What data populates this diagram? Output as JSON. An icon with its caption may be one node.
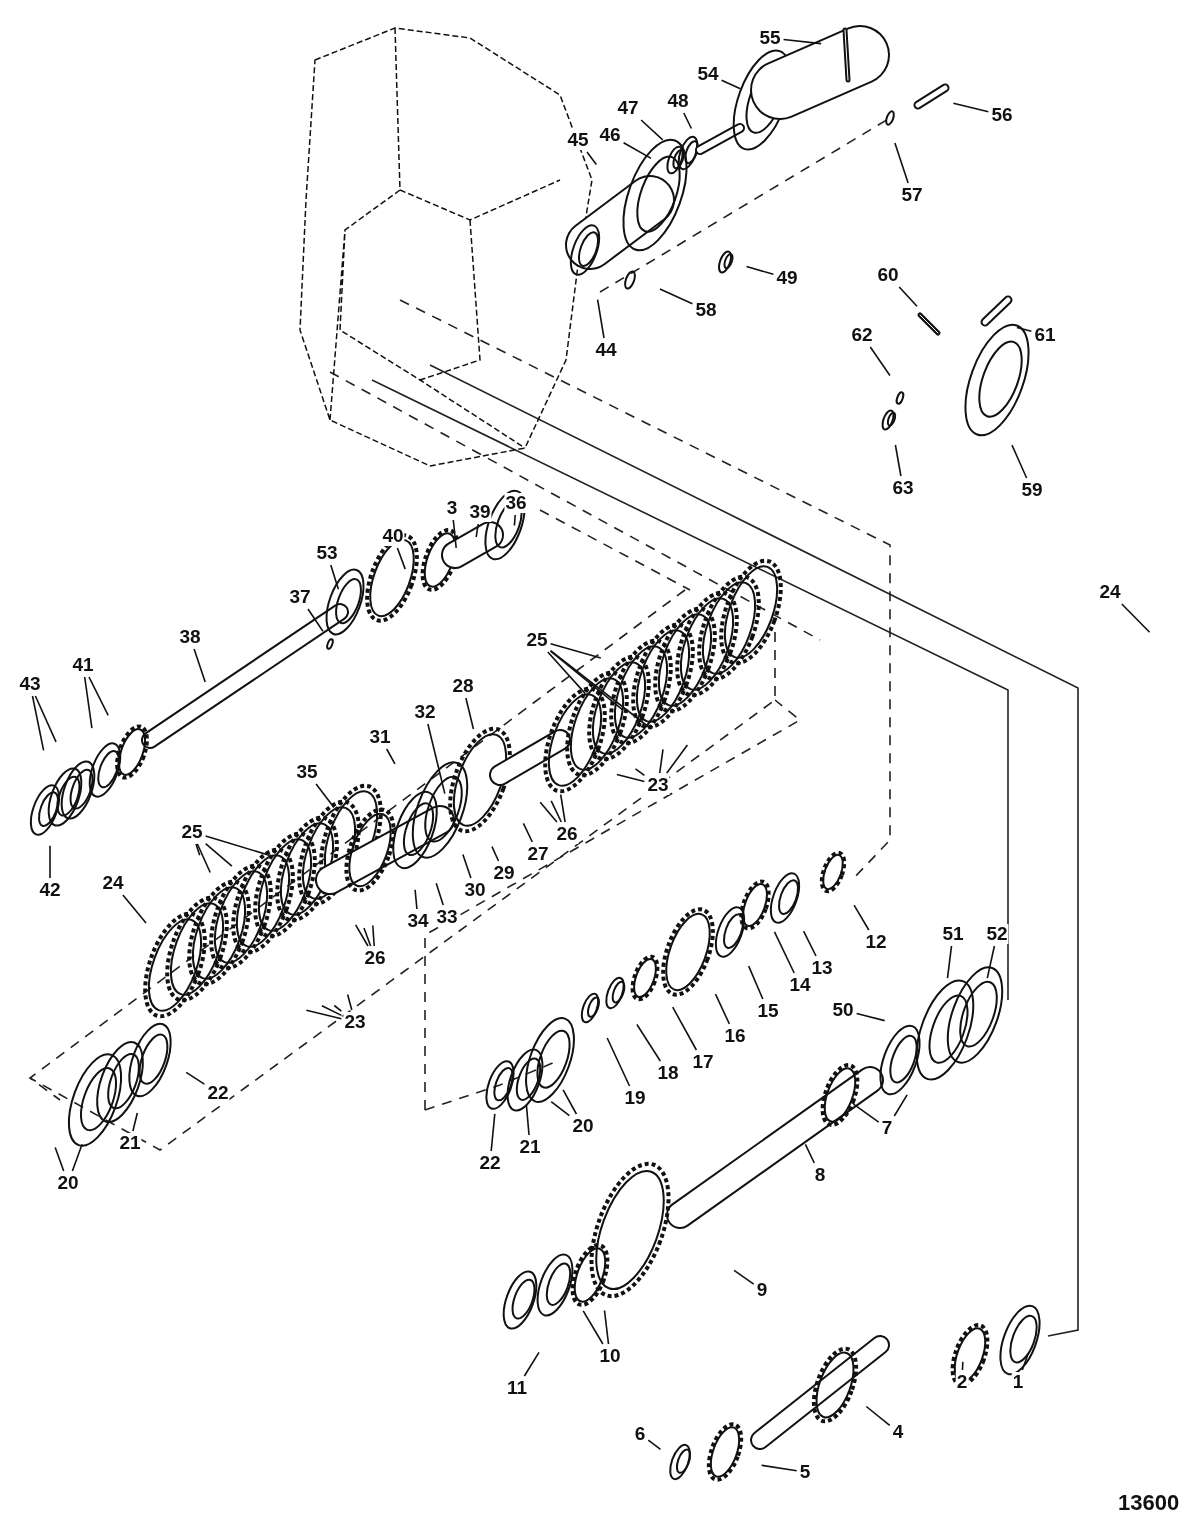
{
  "diagram": {
    "nodes": [
      {
        "text": [
          "55"
        ]
      },
      {
        "text": [
          "54"
        ]
      },
      {
        "text": [
          "56"
        ]
      },
      {
        "text": [
          "47"
        ]
      },
      {
        "text": [
          "48"
        ]
      },
      {
        "text": [
          "46"
        ]
      },
      {
        "text": [
          "45"
        ]
      },
      {
        "text": [
          "57"
        ]
      },
      {
        "text": [
          "49"
        ]
      },
      {
        "text": [
          "60"
        ]
      },
      {
        "text": [
          "58"
        ]
      },
      {
        "text": [
          "61"
        ]
      },
      {
        "text": [
          "44"
        ]
      },
      {
        "text": [
          "62"
        ]
      },
      {
        "text": [
          "63"
        ]
      },
      {
        "text": [
          "59"
        ]
      },
      {
        "text": [
          "36"
        ]
      },
      {
        "text": [
          "39"
        ]
      },
      {
        "text": [
          "3"
        ]
      },
      {
        "text": [
          "40"
        ]
      },
      {
        "text": [
          "53"
        ]
      },
      {
        "text": [
          "37"
        ]
      },
      {
        "text": [
          "24"
        ]
      },
      {
        "text": [
          "25"
        ]
      },
      {
        "text": [
          "38"
        ]
      },
      {
        "text": [
          "41"
        ]
      },
      {
        "text": [
          "28"
        ]
      },
      {
        "text": [
          "43"
        ]
      },
      {
        "text": [
          "32"
        ]
      },
      {
        "text": [
          "31"
        ]
      },
      {
        "text": [
          "35"
        ]
      },
      {
        "text": [
          "23"
        ]
      },
      {
        "text": [
          "26"
        ]
      },
      {
        "text": [
          "27"
        ]
      },
      {
        "text": [
          "29"
        ]
      },
      {
        "text": [
          "30"
        ]
      },
      {
        "text": [
          "25"
        ]
      },
      {
        "text": [
          "33"
        ]
      },
      {
        "text": [
          "34"
        ]
      },
      {
        "text": [
          "12"
        ]
      },
      {
        "text": [
          "24"
        ]
      },
      {
        "text": [
          "42"
        ]
      },
      {
        "text": [
          "26"
        ]
      },
      {
        "text": [
          "13"
        ]
      },
      {
        "text": [
          "14"
        ]
      },
      {
        "text": [
          "15"
        ]
      },
      {
        "text": [
          "23"
        ]
      },
      {
        "text": [
          "16"
        ]
      },
      {
        "text": [
          "51"
        ]
      },
      {
        "text": [
          "52"
        ]
      },
      {
        "text": [
          "17"
        ]
      },
      {
        "text": [
          "50"
        ]
      },
      {
        "text": [
          "18"
        ]
      },
      {
        "text": [
          "19"
        ]
      },
      {
        "text": [
          "20"
        ]
      },
      {
        "text": [
          "22"
        ]
      },
      {
        "text": [
          "21"
        ]
      },
      {
        "text": [
          "20"
        ]
      },
      {
        "text": [
          "21"
        ]
      },
      {
        "text": [
          "22"
        ]
      },
      {
        "text": [
          "7"
        ]
      },
      {
        "text": [
          "8"
        ]
      },
      {
        "text": [
          "9"
        ]
      },
      {
        "text": [
          "10"
        ]
      },
      {
        "text": [
          "11"
        ]
      },
      {
        "text": [
          "2"
        ]
      },
      {
        "text": [
          "1"
        ]
      },
      {
        "text": [
          "4"
        ]
      },
      {
        "text": [
          "6"
        ]
      },
      {
        "text": [
          "5"
        ]
      }
    ],
    "edges": [
      {
        "from": 0,
        "to": null,
        "arrow": "none"
      },
      {
        "from": 1,
        "to": null,
        "arrow": "none"
      },
      {
        "from": 2,
        "to": null,
        "arrow": "none"
      },
      {
        "from": 3,
        "to": null,
        "arrow": "none"
      },
      {
        "from": 4,
        "to": null,
        "arrow": "none"
      },
      {
        "from": 5,
        "to": null,
        "arrow": "none"
      },
      {
        "from": 6,
        "to": null,
        "arrow": "none"
      },
      {
        "from": 7,
        "to": null,
        "arrow": "none"
      },
      {
        "from": 8,
        "to": null,
        "arrow": "none"
      },
      {
        "from": 9,
        "to": null,
        "arrow": "none"
      },
      {
        "from": 10,
        "to": null,
        "arrow": "none"
      },
      {
        "from": 11,
        "to": null,
        "arrow": "none"
      },
      {
        "from": 12,
        "to": null,
        "arrow": "none"
      },
      {
        "from": 13,
        "to": null,
        "arrow": "none"
      },
      {
        "from": 14,
        "to": null,
        "arrow": "none"
      },
      {
        "from": 15,
        "to": null,
        "arrow": "none"
      },
      {
        "from": 16,
        "to": null,
        "arrow": "none"
      },
      {
        "from": 17,
        "to": null,
        "arrow": "none"
      },
      {
        "from": 18,
        "to": null,
        "arrow": "none"
      },
      {
        "from": 19,
        "to": null,
        "arrow": "none"
      },
      {
        "from": 20,
        "to": null,
        "arrow": "none"
      },
      {
        "from": 21,
        "to": null,
        "arrow": "none"
      },
      {
        "from": 22,
        "to": null,
        "arrow": "none"
      },
      {
        "from": 23,
        "to": null,
        "arrow": "none"
      },
      {
        "from": 23,
        "to": null,
        "arrow": "none"
      },
      {
        "from": 23,
        "to": null,
        "arrow": "none"
      },
      {
        "from": 23,
        "to": null,
        "arrow": "none"
      },
      {
        "from": 24,
        "to": null,
        "arrow": "none"
      },
      {
        "from": 25,
        "to": null,
        "arrow": "none"
      },
      {
        "from": 25,
        "to": null,
        "arrow": "none"
      },
      {
        "from": 26,
        "to": null,
        "arrow": "none"
      },
      {
        "from": 27,
        "to": null,
        "arrow": "none"
      },
      {
        "from": 27,
        "to": null,
        "arrow": "none"
      },
      {
        "from": 28,
        "to": null,
        "arrow": "none"
      },
      {
        "from": 29,
        "to": null,
        "arrow": "none"
      },
      {
        "from": 30,
        "to": null,
        "arrow": "none"
      },
      {
        "from": 31,
        "to": null,
        "arrow": "none"
      },
      {
        "from": 31,
        "to": null,
        "arrow": "none"
      },
      {
        "from": 31,
        "to": null,
        "arrow": "none"
      },
      {
        "from": 31,
        "to": null,
        "arrow": "none"
      },
      {
        "from": 32,
        "to": null,
        "arrow": "none"
      },
      {
        "from": 32,
        "to": null,
        "arrow": "none"
      },
      {
        "from": 32,
        "to": null,
        "arrow": "none"
      },
      {
        "from": 33,
        "to": null,
        "arrow": "none"
      },
      {
        "from": 34,
        "to": null,
        "arrow": "none"
      },
      {
        "from": 35,
        "to": null,
        "arrow": "none"
      },
      {
        "from": 36,
        "to": null,
        "arrow": "none"
      },
      {
        "from": 36,
        "to": null,
        "arrow": "none"
      },
      {
        "from": 36,
        "to": null,
        "arrow": "none"
      },
      {
        "from": 36,
        "to": null,
        "arrow": "none"
      },
      {
        "from": 37,
        "to": null,
        "arrow": "none"
      },
      {
        "from": 38,
        "to": null,
        "arrow": "none"
      },
      {
        "from": 39,
        "to": null,
        "arrow": "none"
      },
      {
        "from": 40,
        "to": null,
        "arrow": "none"
      },
      {
        "from": 41,
        "to": null,
        "arrow": "none"
      },
      {
        "from": 42,
        "to": null,
        "arrow": "none"
      },
      {
        "from": 42,
        "to": null,
        "arrow": "none"
      },
      {
        "from": 42,
        "to": null,
        "arrow": "none"
      },
      {
        "from": 43,
        "to": null,
        "arrow": "none"
      },
      {
        "from": 44,
        "to": null,
        "arrow": "none"
      },
      {
        "from": 45,
        "to": null,
        "arrow": "none"
      },
      {
        "from": 46,
        "to": null,
        "arrow": "none"
      },
      {
        "from": 46,
        "to": null,
        "arrow": "none"
      },
      {
        "from": 46,
        "to": null,
        "arrow": "none"
      },
      {
        "from": 46,
        "to": null,
        "arrow": "none"
      },
      {
        "from": 47,
        "to": null,
        "arrow": "none"
      },
      {
        "from": 48,
        "to": null,
        "arrow": "none"
      },
      {
        "from": 49,
        "to": null,
        "arrow": "none"
      },
      {
        "from": 50,
        "to": null,
        "arrow": "none"
      },
      {
        "from": 51,
        "to": null,
        "arrow": "none"
      },
      {
        "from": 52,
        "to": null,
        "arrow": "none"
      },
      {
        "from": 53,
        "to": null,
        "arrow": "none"
      },
      {
        "from": 54,
        "to": null,
        "arrow": "none"
      },
      {
        "from": 54,
        "to": null,
        "arrow": "none"
      },
      {
        "from": 55,
        "to": null,
        "arrow": "none"
      },
      {
        "from": 56,
        "to": null,
        "arrow": "none"
      },
      {
        "from": 57,
        "to": null,
        "arrow": "none"
      },
      {
        "from": 57,
        "to": null,
        "arrow": "none"
      },
      {
        "from": 58,
        "to": null,
        "arrow": "none"
      },
      {
        "from": 59,
        "to": null,
        "arrow": "none"
      },
      {
        "from": 60,
        "to": null,
        "arrow": "none"
      },
      {
        "from": 60,
        "to": null,
        "arrow": "none"
      },
      {
        "from": 61,
        "to": null,
        "arrow": "none"
      },
      {
        "from": 62,
        "to": null,
        "arrow": "none"
      },
      {
        "from": 63,
        "to": null,
        "arrow": "none"
      },
      {
        "from": 63,
        "to": null,
        "arrow": "none"
      },
      {
        "from": 64,
        "to": null,
        "arrow": "none"
      },
      {
        "from": 65,
        "to": null,
        "arrow": "none"
      },
      {
        "from": 66,
        "to": null,
        "arrow": "none"
      },
      {
        "from": 67,
        "to": null,
        "arrow": "none"
      },
      {
        "from": 68,
        "to": null,
        "arrow": "none"
      },
      {
        "from": 69,
        "to": null,
        "arrow": "none"
      }
    ],
    "labels": [
      "13600"
    ]
  }
}
